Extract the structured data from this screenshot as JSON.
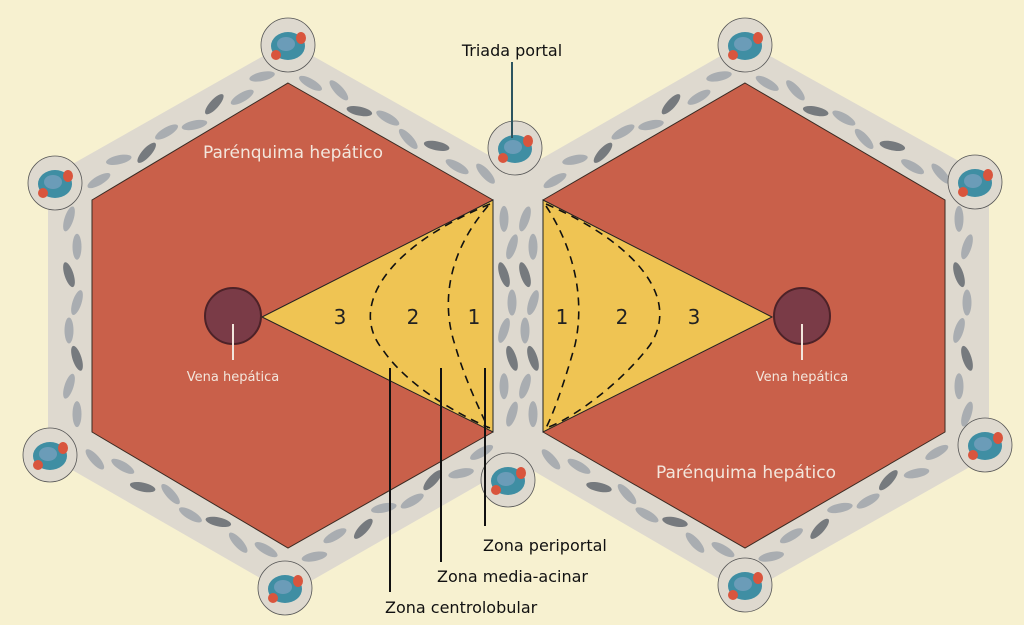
{
  "labels": {
    "triad": "Triada portal",
    "parenchyma_left": "Parénquima hepático",
    "parenchyma_right": "Parénquima hepático",
    "vein_left": "Vena hepática",
    "vein_right": "Vena hepática",
    "zone_periportal": "Zona periportal",
    "zone_media": "Zona media-acinar",
    "zone_centro": "Zona centrolobular"
  },
  "zones_left": [
    "3",
    "2",
    "1"
  ],
  "zones_right": [
    "1",
    "2",
    "3"
  ],
  "colors": {
    "background": "#f7f1d0",
    "parenchyma": "#c9604a",
    "acinus": "#efc453",
    "septum": "#ded9cf",
    "vein": "#7a3b47",
    "triad": "#3f8ea3",
    "artery": "#d9553d"
  }
}
